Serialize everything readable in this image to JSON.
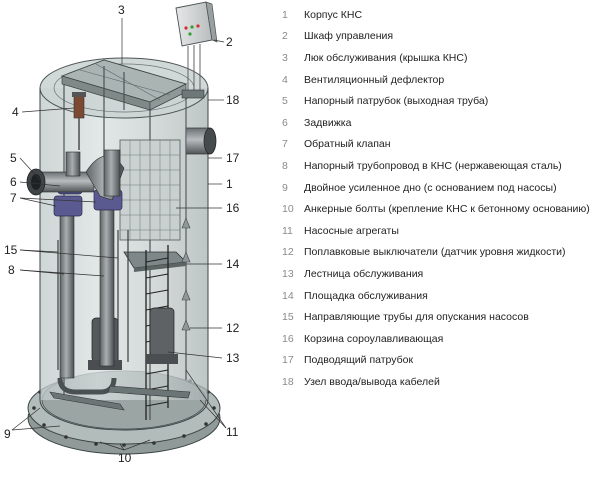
{
  "legend": [
    {
      "num": "1",
      "text": "Корпус КНС"
    },
    {
      "num": "2",
      "text": "Шкаф управления"
    },
    {
      "num": "3",
      "text": "Люк обслуживания (крышка КНС)"
    },
    {
      "num": "4",
      "text": "Вентиляционный дефлектор"
    },
    {
      "num": "5",
      "text": "Напорный патрубок (выходная труба)"
    },
    {
      "num": "6",
      "text": "Задвижка"
    },
    {
      "num": "7",
      "text": "Обратный клапан"
    },
    {
      "num": "8",
      "text": "Напорный трубопровод в КНС (нержавеющая сталь)"
    },
    {
      "num": "9",
      "text": "Двойное усиленное дно (с основанием под насосы)"
    },
    {
      "num": "10",
      "text": "Анкерные болты (крепление КНС к бетонному основанию)"
    },
    {
      "num": "11",
      "text": "Насосные агрегаты"
    },
    {
      "num": "12",
      "text": "Поплавковые выключатели (датчик уровня жидкости)"
    },
    {
      "num": "13",
      "text": "Лестница обслуживания"
    },
    {
      "num": "14",
      "text": "Площадка обслуживания"
    },
    {
      "num": "15",
      "text": "Направляющие трубы для опускания насосов"
    },
    {
      "num": "16",
      "text": "Корзина сороулавливающая"
    },
    {
      "num": "17",
      "text": "Подводящий патрубок"
    },
    {
      "num": "18",
      "text": "Узел ввода/вывода кабелей"
    }
  ],
  "callouts": {
    "c1": "1",
    "c2": "2",
    "c3": "3",
    "c4": "4",
    "c5": "5",
    "c6": "6",
    "c7": "7",
    "c8": "8",
    "c9": "9",
    "c10": "10",
    "c11": "11",
    "c12": "12",
    "c13": "13",
    "c14": "14",
    "c15": "15",
    "c16": "16",
    "c17": "17",
    "c18": "18"
  }
}
